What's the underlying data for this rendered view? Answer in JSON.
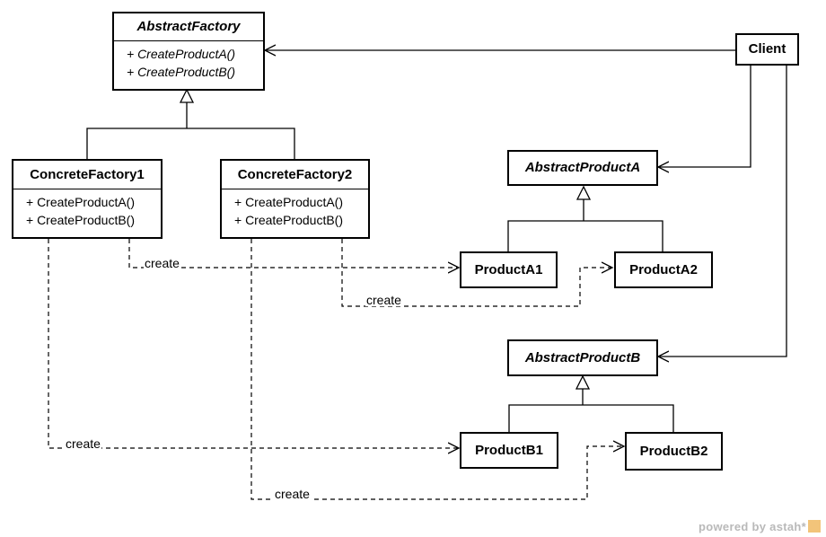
{
  "abstract_factory": {
    "name": "AbstractFactory",
    "operations": [
      "+ CreateProductA()",
      "+ CreateProductB()"
    ]
  },
  "client": {
    "name": "Client"
  },
  "concrete_factory_1": {
    "name": "ConcreteFactory1",
    "operations": [
      "+ CreateProductA()",
      "+ CreateProductB()"
    ]
  },
  "concrete_factory_2": {
    "name": "ConcreteFactory2",
    "operations": [
      "+ CreateProductA()",
      "+ CreateProductB()"
    ]
  },
  "abstract_product_a": {
    "name": "AbstractProductA"
  },
  "abstract_product_b": {
    "name": "AbstractProductB"
  },
  "product_a1": {
    "name": "ProductA1"
  },
  "product_a2": {
    "name": "ProductA2"
  },
  "product_b1": {
    "name": "ProductB1"
  },
  "product_b2": {
    "name": "ProductB2"
  },
  "dependency_labels": {
    "cf1_a1": "create",
    "cf2_a2": "create",
    "cf1_b1": "create",
    "cf2_b2": "create"
  },
  "watermark": {
    "text": "powered by astah*"
  }
}
